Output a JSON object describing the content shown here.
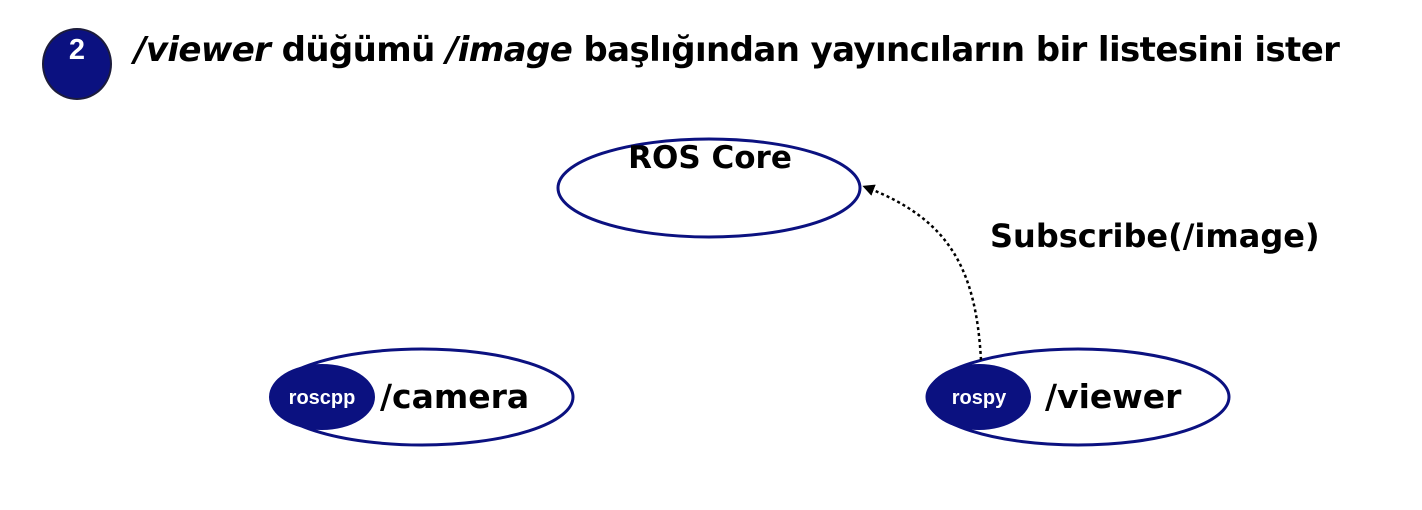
{
  "step": {
    "number": "2"
  },
  "headline": {
    "part1": "/viewer",
    "part2": " düğümü ",
    "part3": "/image",
    "part4": " başlığından yayıncıların bir listesini ister"
  },
  "nodes": {
    "core": {
      "label": "ROS Core"
    },
    "camera": {
      "lib": "roscpp",
      "label": "/camera"
    },
    "viewer": {
      "lib": "rospy",
      "label": "/viewer"
    }
  },
  "edge": {
    "label": "Subscribe(/image)"
  },
  "colors": {
    "accent": "#0b1180",
    "outline": "#0b1180",
    "text": "#000000"
  }
}
